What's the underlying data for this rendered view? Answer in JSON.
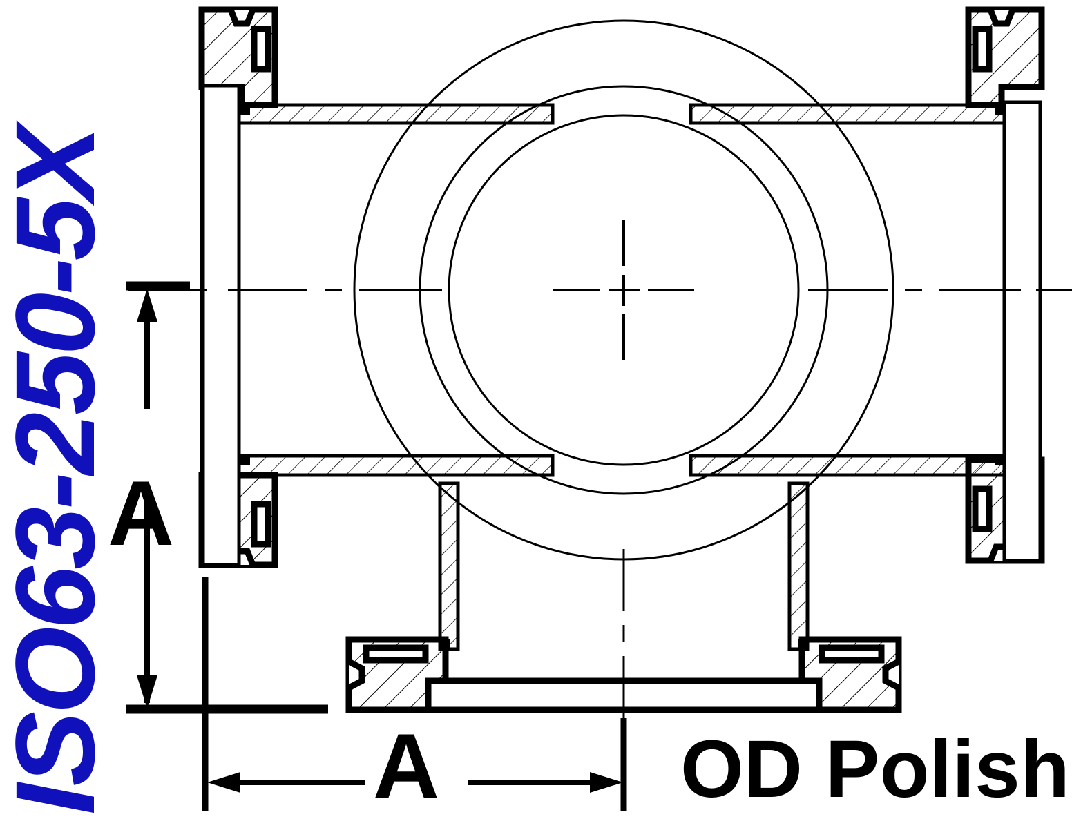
{
  "drawing": {
    "part_number": "ISO63-250-5X",
    "part_number_color": "#1111bb",
    "note": "OD Polish",
    "dimension_vertical_label": "A",
    "dimension_horizontal_label": "A",
    "line_color": "#000000",
    "background_color": "#ffffff",
    "view_type": "cross-section",
    "component": "4-way ISO flanged cross"
  }
}
